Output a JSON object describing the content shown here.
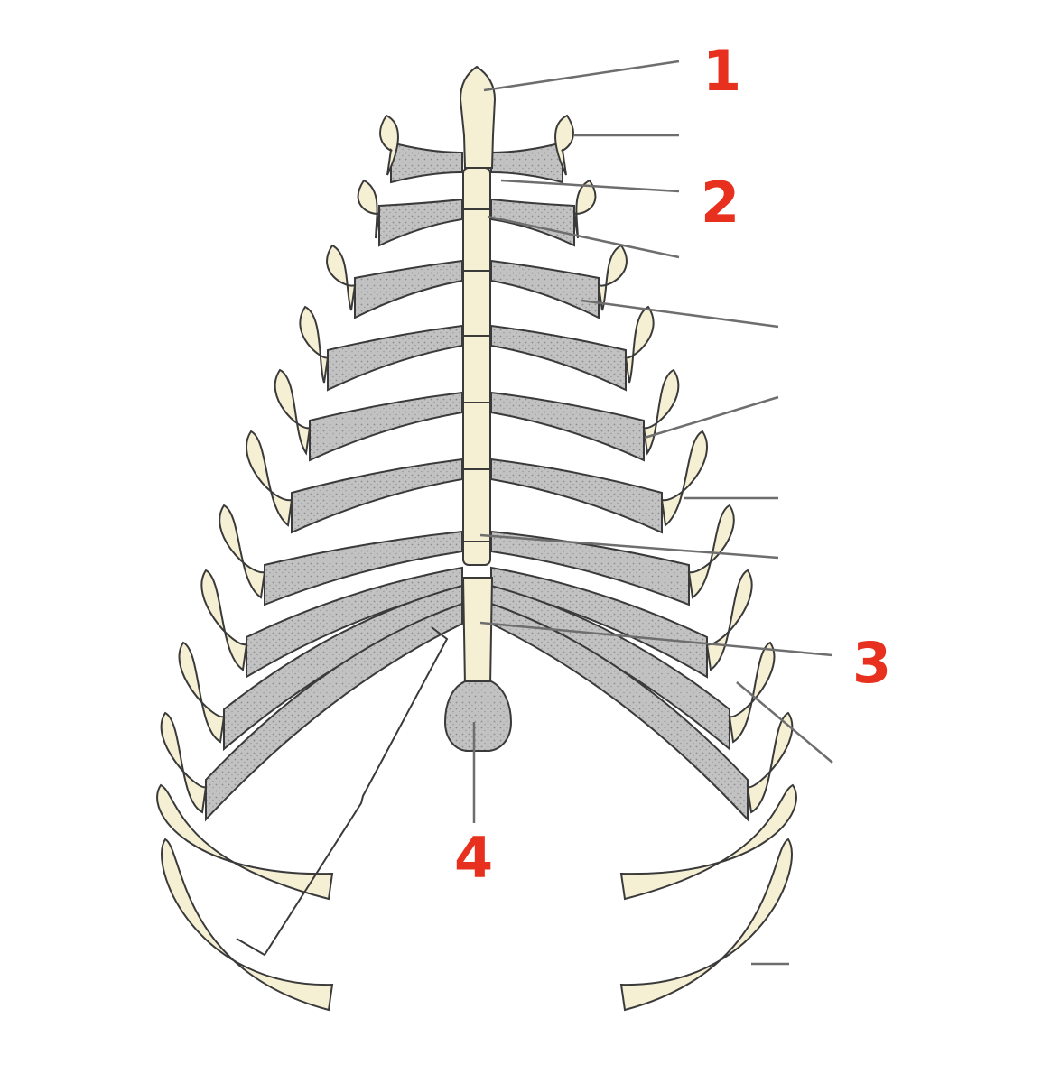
{
  "diagram": {
    "subject": "thoracic cage",
    "style": {
      "bone": "#f5efd3",
      "cartilage": "#b9b9b9",
      "outline": "#3a3a3a",
      "leader": "#6e6e6e",
      "label": "#e8301e"
    },
    "labels": [
      {
        "id": "1",
        "text": "1"
      },
      {
        "id": "2",
        "text": "2"
      },
      {
        "id": "3",
        "text": "3"
      },
      {
        "id": "4",
        "text": "4"
      }
    ]
  }
}
